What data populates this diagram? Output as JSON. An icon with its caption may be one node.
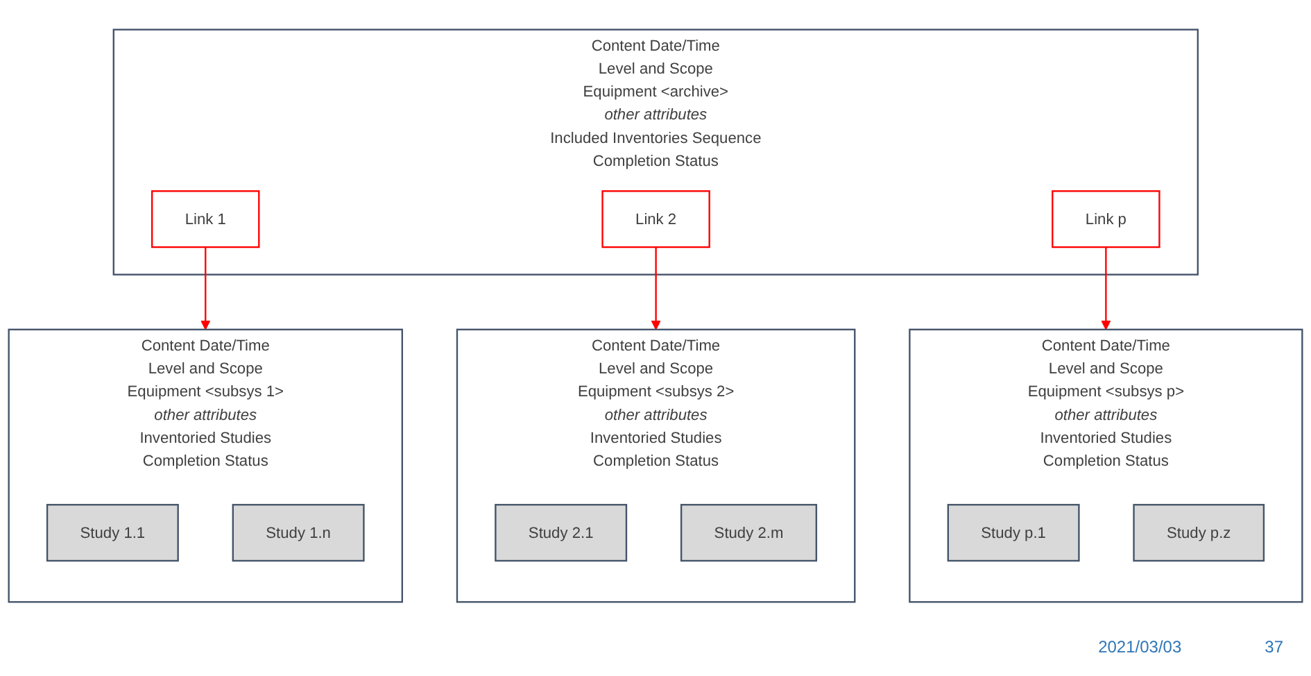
{
  "diagram": {
    "nodes": [
      {
        "text": [
          "Content Date/Time",
          "Level and Scope",
          "Equipment <archive>",
          "*other attributes*",
          "Included Inventories Sequence",
          "Completion Status"
        ]
      },
      {
        "text": [
          "Link 1"
        ],
        "in": 0
      },
      {
        "text": [
          "Link 2"
        ],
        "in": 0
      },
      {
        "text": [
          "Link p"
        ],
        "in": 0
      },
      {
        "text": [
          "Content Date/Time",
          "Level and Scope",
          "Equipment <subsys 1>",
          "*other attributes*",
          "Inventoried Studies",
          "Completion Status"
        ]
      },
      {
        "text": [
          "Study 1.1"
        ],
        "in": 4
      },
      {
        "text": [
          "Study 1.n"
        ],
        "in": 4
      },
      {
        "text": [
          "Content Date/Time",
          "Level and Scope",
          "Equipment <subsys 2>",
          "*other attributes*",
          "Inventoried Studies",
          "Completion Status"
        ]
      },
      {
        "text": [
          "Study 2.1"
        ],
        "in": 7
      },
      {
        "text": [
          "Study 2.m"
        ],
        "in": 7
      },
      {
        "text": [
          "Content Date/Time",
          "Level and Scope",
          "Equipment <subsys p>",
          "*other attributes*",
          "Inventoried Studies",
          "Completion Status"
        ]
      },
      {
        "text": [
          "Study p.1"
        ],
        "in": 10
      },
      {
        "text": [
          "Study p.z"
        ],
        "in": 10
      }
    ],
    "edges": [
      {
        "from": 1,
        "to": 4,
        "arrow": "to",
        "color": "#ff0000"
      },
      {
        "from": 2,
        "to": 7,
        "arrow": "to",
        "color": "#ff0000"
      },
      {
        "from": 3,
        "to": 10,
        "arrow": "to",
        "color": "#ff0000"
      }
    ],
    "labels": [
      "2021/03/03",
      "37"
    ]
  }
}
